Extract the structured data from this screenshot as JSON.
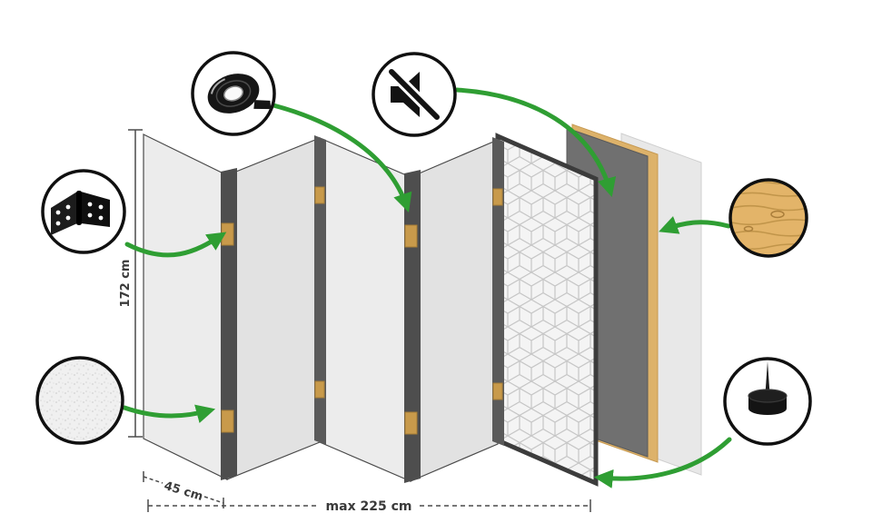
{
  "diagram": {
    "dimensions": {
      "panel_height": "172 cm",
      "panel_width": "45 cm",
      "total_width": "max 225 cm"
    },
    "icons": [
      "hinge-icon",
      "adhesive-tape-icon",
      "muted-speaker-icon",
      "wood-texture-icon",
      "canvas-texture-icon",
      "pin-foot-icon"
    ],
    "colors": {
      "arrow_green": "#2f9e33",
      "panel_face_light": "#ececec",
      "panel_face_shaded": "#e2e2e2",
      "panel_edge_dark": "#4e4e4e",
      "patterned_panel_border": "#3c3c3c",
      "core_panel_gray": "#707070",
      "wood_frame": "#ddb26a",
      "hinge_brass": "#c89a4b",
      "icon_outline": "#101010",
      "dimension_text": "#3a3a3a"
    }
  }
}
